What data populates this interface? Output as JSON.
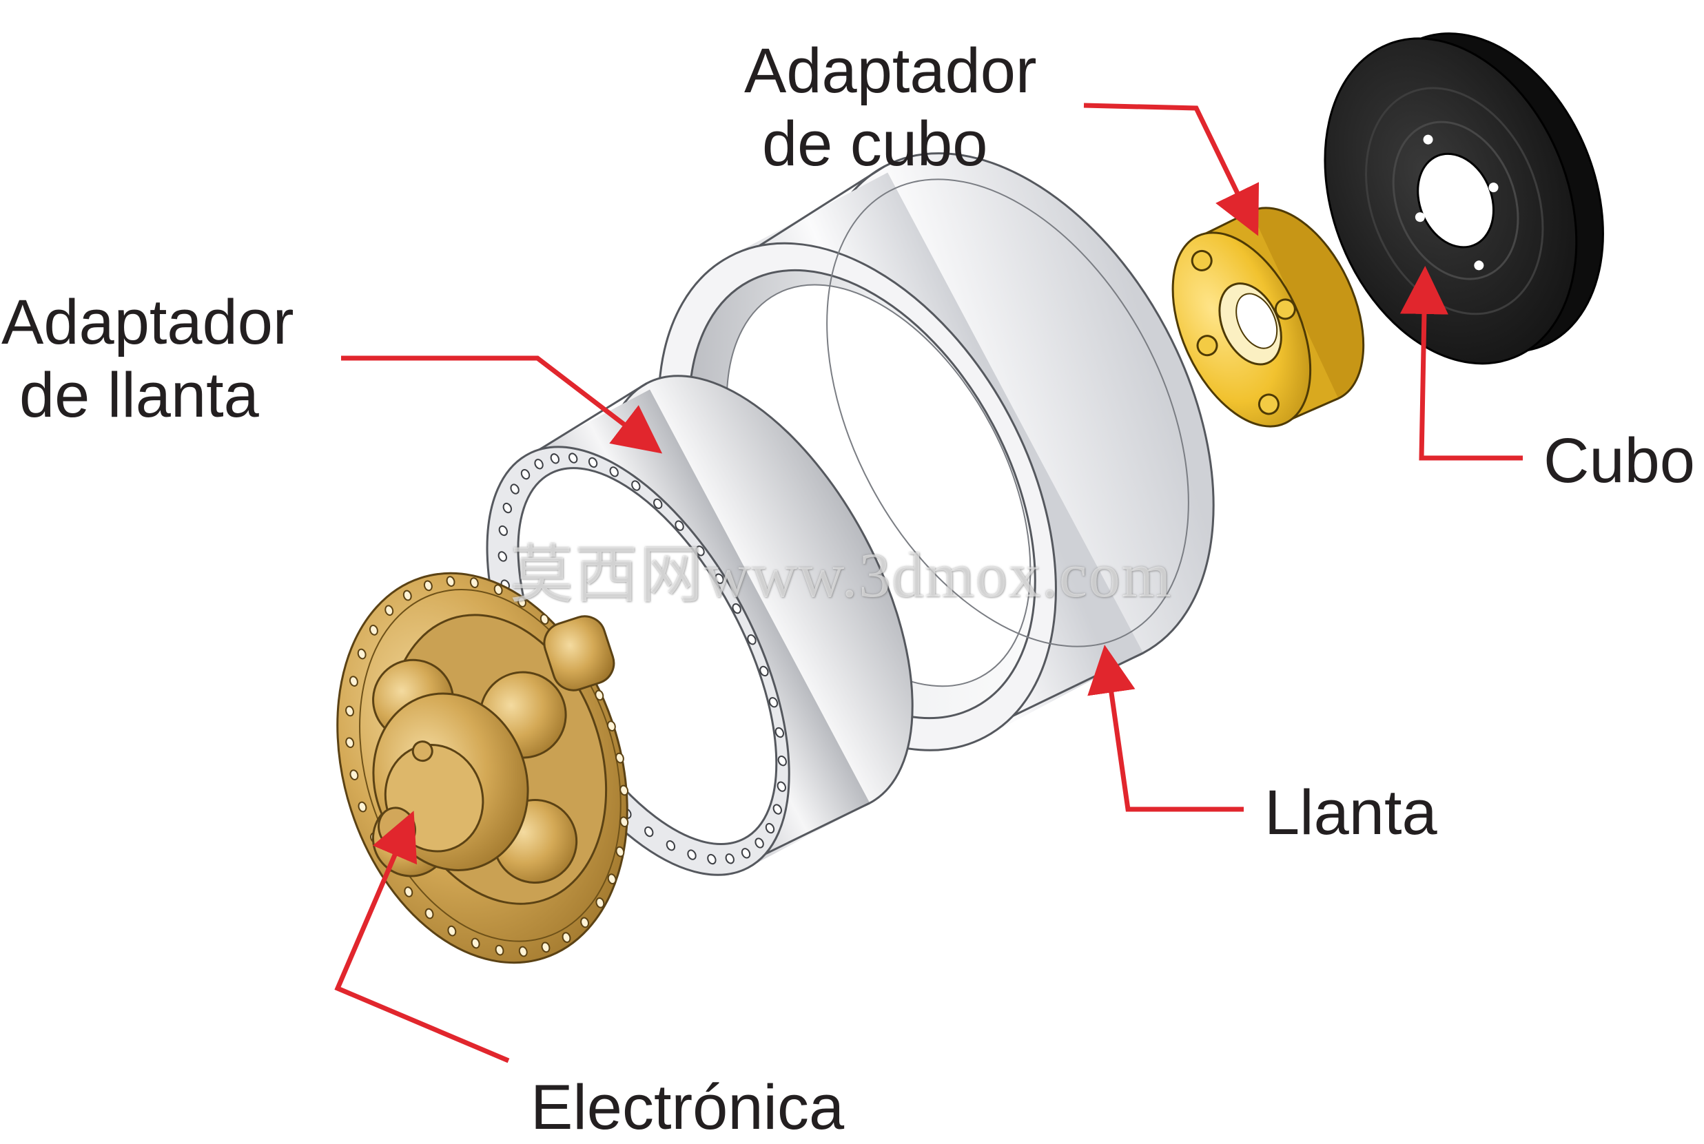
{
  "labels": {
    "hub_adapter": [
      "Adaptador",
      "de cubo"
    ],
    "rim_adapter": [
      "Adaptador",
      "de llanta"
    ],
    "hub": "Cubo",
    "rim": "Llanta",
    "electronics": "Electrónica"
  },
  "watermark": "莫西网www.3dmox.com",
  "colors": {
    "arrow": "#e1262d",
    "text": "#231f20",
    "gold": "#c99a3e",
    "yellow": "#f0c234",
    "silver": "#e9eaee",
    "black": "#1c1c1c"
  }
}
